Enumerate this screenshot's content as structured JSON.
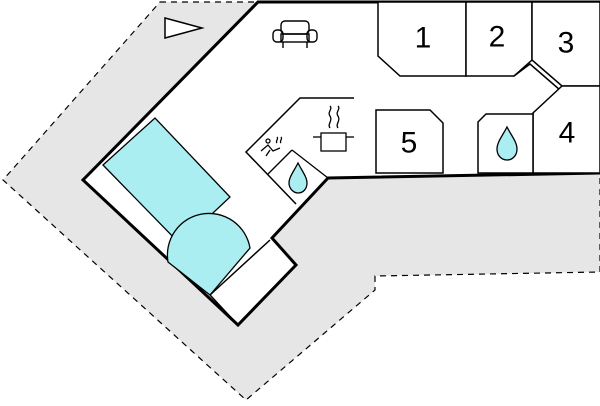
{
  "colors": {
    "terrace": "#e6e6e6",
    "water": "#aaeef2",
    "wall": "#000000",
    "floor": "#ffffff"
  },
  "rooms": [
    {
      "id": "bedroom-1",
      "label": "1"
    },
    {
      "id": "bedroom-2",
      "label": "2"
    },
    {
      "id": "bedroom-3",
      "label": "3"
    },
    {
      "id": "bedroom-4",
      "label": "4"
    },
    {
      "id": "bedroom-5",
      "label": "5"
    }
  ],
  "icons": {
    "sofa": "sofa-icon",
    "kitchen": "cooking-pot-icon",
    "sauna": "sauna-icon",
    "shower": "water-drop-icon",
    "direction": "north-arrow-icon"
  },
  "features": {
    "pool": "swimming-pool",
    "terrace": "terrace-area"
  }
}
